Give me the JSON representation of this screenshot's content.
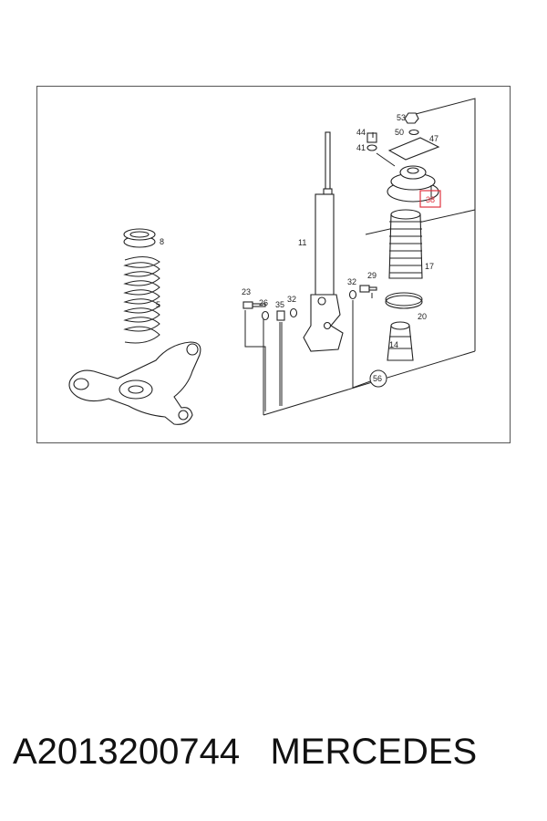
{
  "diagram": {
    "highlight_color": "#e0343f",
    "callouts": {
      "p53": "53",
      "p50": "50",
      "p47": "47",
      "p44": "44",
      "p41": "41",
      "p38": "38",
      "p8": "8",
      "p11": "11",
      "p17": "17",
      "p5": "5",
      "p23": "23",
      "p26": "26",
      "p35": "35",
      "p32a": "32",
      "p32b": "32",
      "p29": "29",
      "p20": "20",
      "p14": "14",
      "p56": "56"
    }
  },
  "caption": {
    "part_number": "A2013200744",
    "brand": "MERCEDES"
  }
}
